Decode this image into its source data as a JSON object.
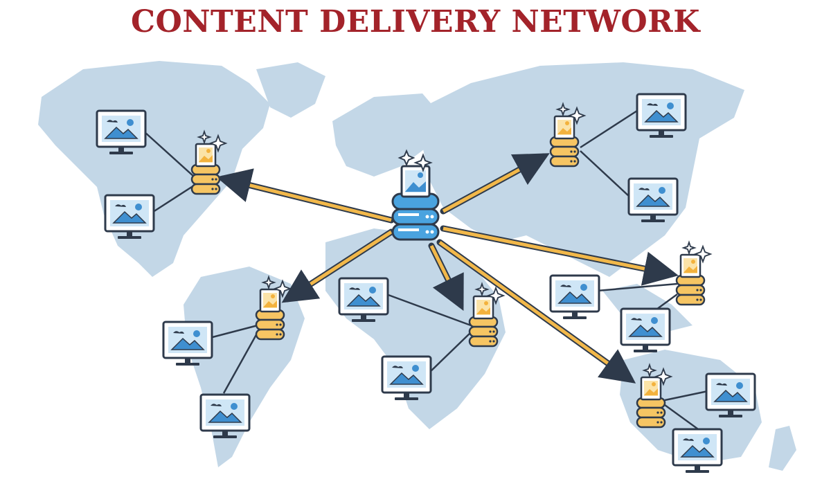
{
  "title": "CONTENT DELIVERY NETWORK",
  "colors": {
    "title": "#a3232a",
    "map_land": "#c3d7e7",
    "origin_server": "#4aa3df",
    "edge_server": "#f6c563",
    "arrow": "#f2b84a",
    "outline": "#2e3a4b"
  },
  "nodes": {
    "origin": {
      "type": "origin-server",
      "icon": "image-icon"
    },
    "edges": [
      "north-america",
      "south-america",
      "africa",
      "asia-north",
      "asia-south",
      "australia"
    ]
  },
  "clients_per_edge": 2
}
